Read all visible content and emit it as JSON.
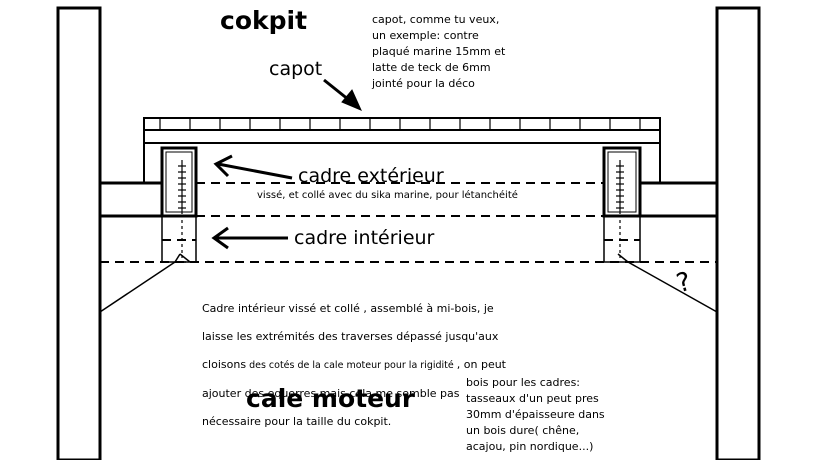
{
  "labels": {
    "cokpit": "cokpit",
    "capot": "capot",
    "capot_note": "capot, comme tu veux,\nun exemple: contre\nplaqué marine 15mm et\nlatte de teck de 6mm\njointé pour la déco",
    "cadre_exterieur": "cadre extérieur",
    "cadre_exterieur_note": "vissé, et collé avec du sika marine, pour létanchéité",
    "cadre_interieur": "cadre intérieur",
    "paragraph_line1": "Cadre intérieur vissé et collé , assemblé à mi-bois,  je",
    "paragraph_line2": "laisse les extrémités des traverses dépassé jusqu'aux",
    "paragraph_line3a": "cloisons",
    "paragraph_line3b": "  des cotés de la ",
    "paragraph_line3c": "  cale moteur pour la rigidité ",
    "paragraph_line3d": ", on peut",
    "paragraph_line4": "ajouter des equerres mais cela me semble pas",
    "paragraph_line5": "nécessaire pour la taille du cokpit.",
    "cale_moteur": "cale moteur",
    "bois_note": "bois pour les cadres:\ntasseaux d'un peut pres\n30mm d'épaisseure dans\nun bois dure( chêne,\nacajou, pin nordique...)",
    "question_mark": "?"
  }
}
